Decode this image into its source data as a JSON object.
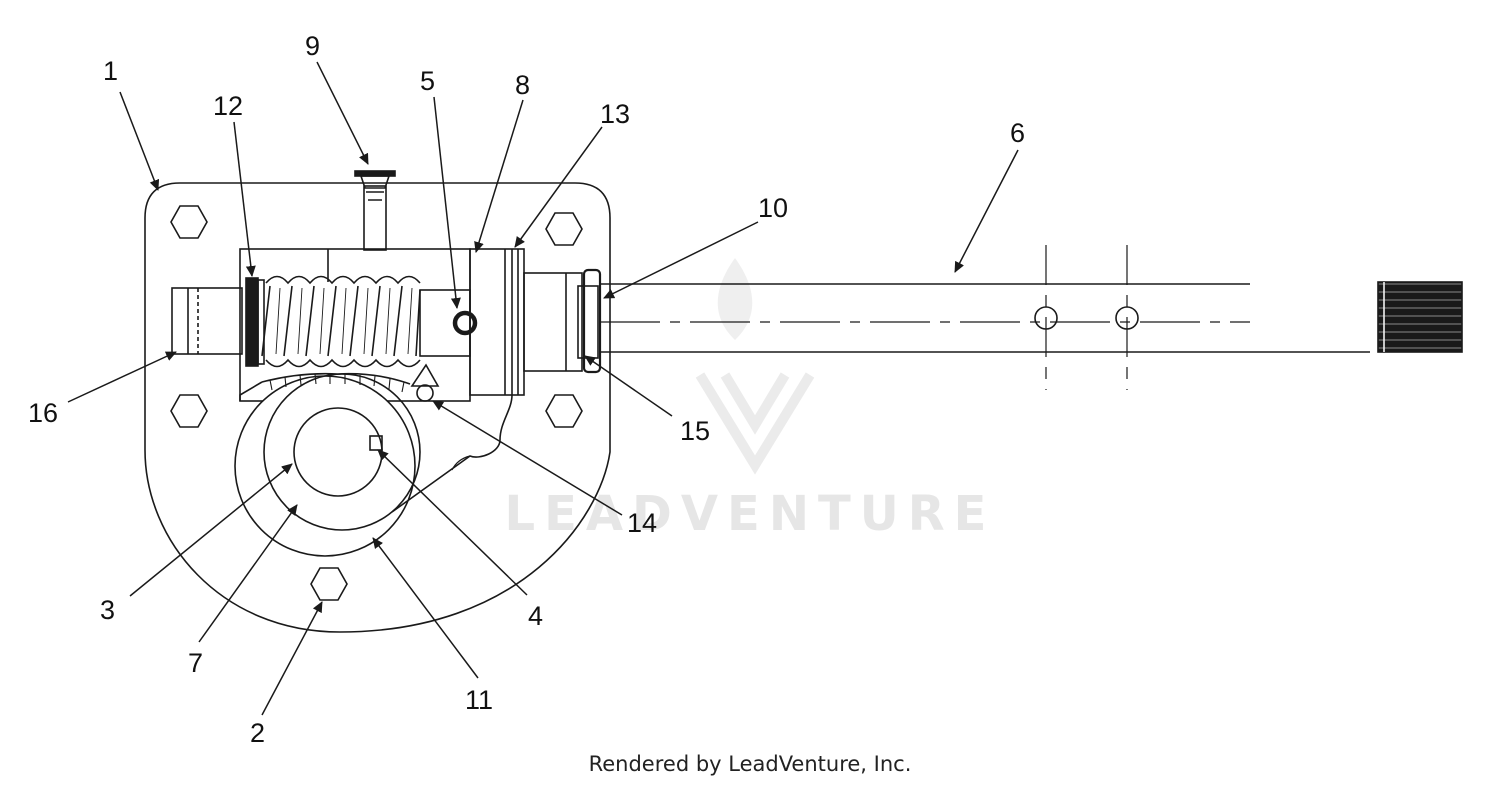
{
  "watermark": {
    "text": "LEADVENTURE",
    "color": "#e4e4e4"
  },
  "footer": {
    "text": "Rendered by LeadVenture, Inc."
  },
  "callouts": {
    "c1": "1",
    "c2": "2",
    "c3": "3",
    "c4": "4",
    "c5": "5",
    "c6": "6",
    "c7": "7",
    "c8": "8",
    "c9": "9",
    "c10": "10",
    "c11": "11",
    "c12": "12",
    "c13": "13",
    "c14": "14",
    "c15": "15",
    "c16": "16"
  },
  "colors": {
    "line": "#1a1a1a",
    "background": "#ffffff"
  }
}
